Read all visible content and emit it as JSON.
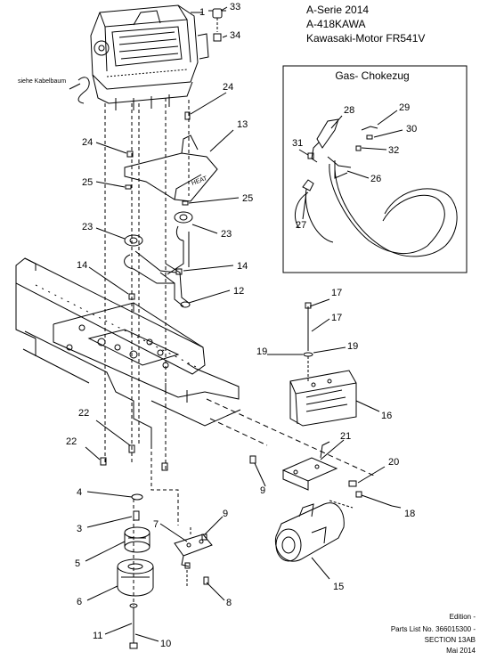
{
  "header": {
    "line1": "A-Serie 2014",
    "line2": "A-418KAWA",
    "line3": "Kawasaki-Motor FR541V"
  },
  "inset": {
    "title": "Gas- Chokezug"
  },
  "note": {
    "cable_harness": "siehe Kabelbaum"
  },
  "footer": {
    "edition": "Edition -",
    "parts_list": "Parts List No. 366015300 -",
    "section": "SECTION 13AB",
    "date": "Mai 2014"
  },
  "part_labels": {
    "heat_shield": "HEAT"
  },
  "callouts": [
    "1",
    "33",
    "34",
    "24",
    "13",
    "24",
    "25",
    "25",
    "23",
    "23",
    "14",
    "14",
    "12",
    "17",
    "17",
    "19",
    "19",
    "16",
    "22",
    "22",
    "21",
    "20",
    "9",
    "18",
    "4",
    "3",
    "5",
    "6",
    "7",
    "9",
    "8",
    "11",
    "10",
    "15",
    "28",
    "29",
    "30",
    "31",
    "32",
    "26",
    "27"
  ]
}
